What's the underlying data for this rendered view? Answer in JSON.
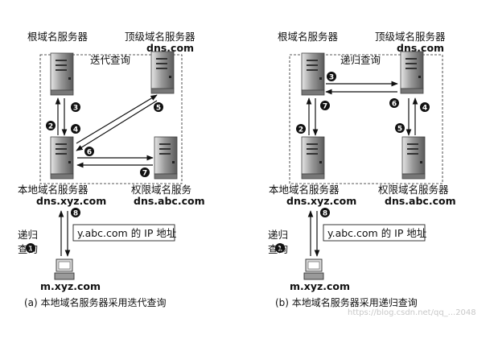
{
  "panel_a": {
    "root_label": "根域名服务器",
    "tld_label": "顶级域名服务器",
    "tld_domain": "dns.com",
    "query_type": "迭代查询",
    "local_label": "本地域名服务器",
    "local_domain": "dns.xyz.com",
    "auth_label": "权限域名服务",
    "auth_domain": "dns.abc.com",
    "client_query_type_line1": "递归",
    "client_query_type_line2": "查询",
    "answer_box": "y.abc.com 的 IP 地址",
    "client_host": "m.xyz.com",
    "caption": "(a) 本地域名服务器采用迭代查询",
    "steps": [
      "1",
      "2",
      "3",
      "4",
      "5",
      "6",
      "7",
      "8"
    ]
  },
  "panel_b": {
    "root_label": "根域名服务器",
    "tld_label": "顶级域名服务器",
    "tld_domain": "dns.com",
    "query_type": "递归查询",
    "local_label": "本地域名服务器",
    "local_domain": "dns.xyz.com",
    "auth_label": "权限域名服务器",
    "auth_domain": "dns.abc.com",
    "client_query_type_line1": "递归",
    "client_query_type_line2": "查询",
    "answer_box": "y.abc.com 的 IP 地址",
    "client_host": "m.xyz.com",
    "caption": "(b) 本地域名服务器采用递归查询",
    "steps": [
      "1",
      "2",
      "3",
      "4",
      "5",
      "6",
      "7",
      "8"
    ]
  },
  "watermark": "https://blog.csdn.net/qq_...2048"
}
